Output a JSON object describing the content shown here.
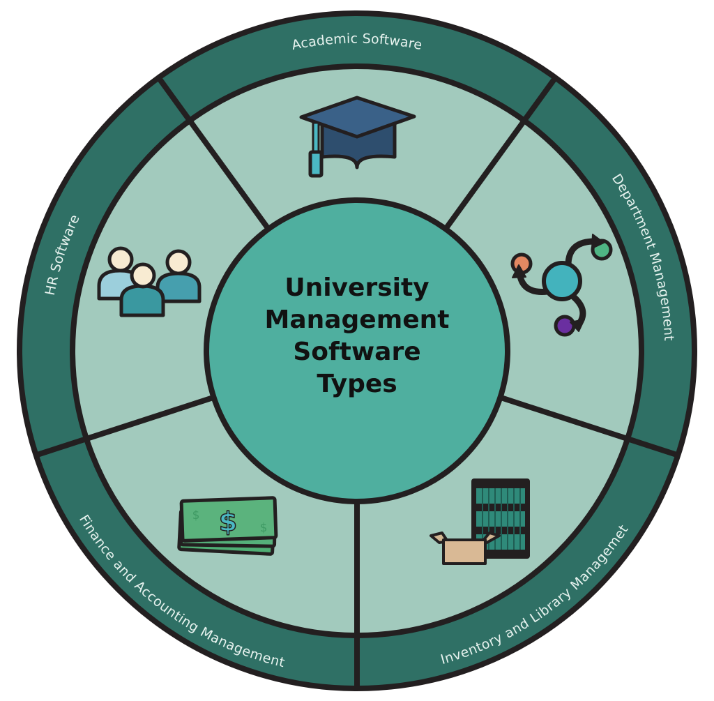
{
  "diagram": {
    "title_lines": [
      "University",
      "Management",
      "Software",
      "Types"
    ],
    "colors": {
      "ring": "#2f7065",
      "segment": "#a2cabd",
      "center": "#4faf9f",
      "outline": "#231f20",
      "label_text": "#e6f2ee"
    },
    "segments": [
      {
        "label": "Academic Software",
        "icon": "graduation-cap-icon"
      },
      {
        "label": "Department Management",
        "icon": "department-network-icon"
      },
      {
        "label": "Inventory and Library Managemet",
        "icon": "inventory-shelf-box-icon"
      },
      {
        "label": "Finance and Accounting Management",
        "icon": "money-stack-icon"
      },
      {
        "label": "HR Software",
        "icon": "people-group-icon"
      }
    ]
  }
}
